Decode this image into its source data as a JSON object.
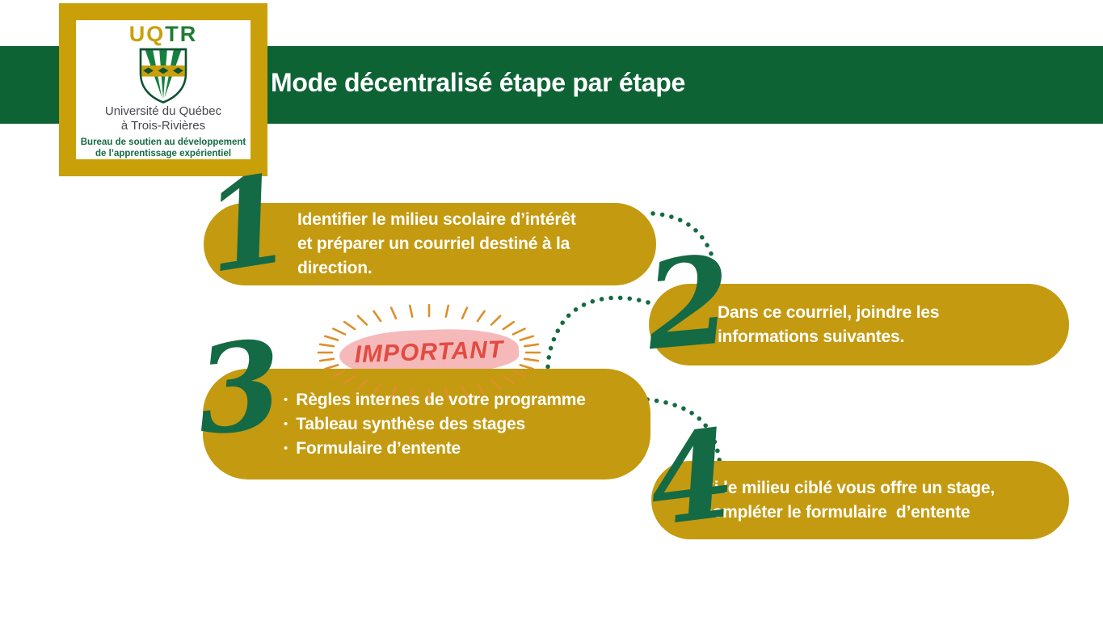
{
  "title": "Mode décentralisé étape par étape",
  "logo": {
    "wordmark_uq": "UQ",
    "wordmark_tr": "TR",
    "name_line1": "Université du Québec",
    "name_line2": "à Trois-Rivières",
    "dept_line1": "Bureau de soutien au développement",
    "dept_line2": "de l’apprentissage expérientiel"
  },
  "badge": {
    "label": "IMPORTANT"
  },
  "steps": [
    {
      "number": "1",
      "lines": [
        "Identifier le milieu scolaire d’intérêt",
        "et préparer un courriel destiné à la",
        "direction."
      ]
    },
    {
      "number": "2",
      "lines": [
        "Dans ce courriel, joindre les",
        "informations suivantes."
      ]
    },
    {
      "number": "3",
      "bullets": [
        "Règles internes de votre programme",
        "Tableau synthèse des stages",
        "Formulaire d’entente"
      ]
    },
    {
      "number": "4",
      "lines": [
        "Si le milieu ciblé vous offre un stage,",
        "compléter le formulaire  d’entente"
      ]
    }
  ],
  "colors": {
    "banner_green": "#0d6334",
    "frame_gold": "#c9a00a",
    "box_gold": "#c49a10",
    "numeral_green": "#146a44",
    "badge_pink": "#f6b9ba",
    "badge_red": "#e24b41",
    "ray_orange": "#dd8f2a"
  }
}
